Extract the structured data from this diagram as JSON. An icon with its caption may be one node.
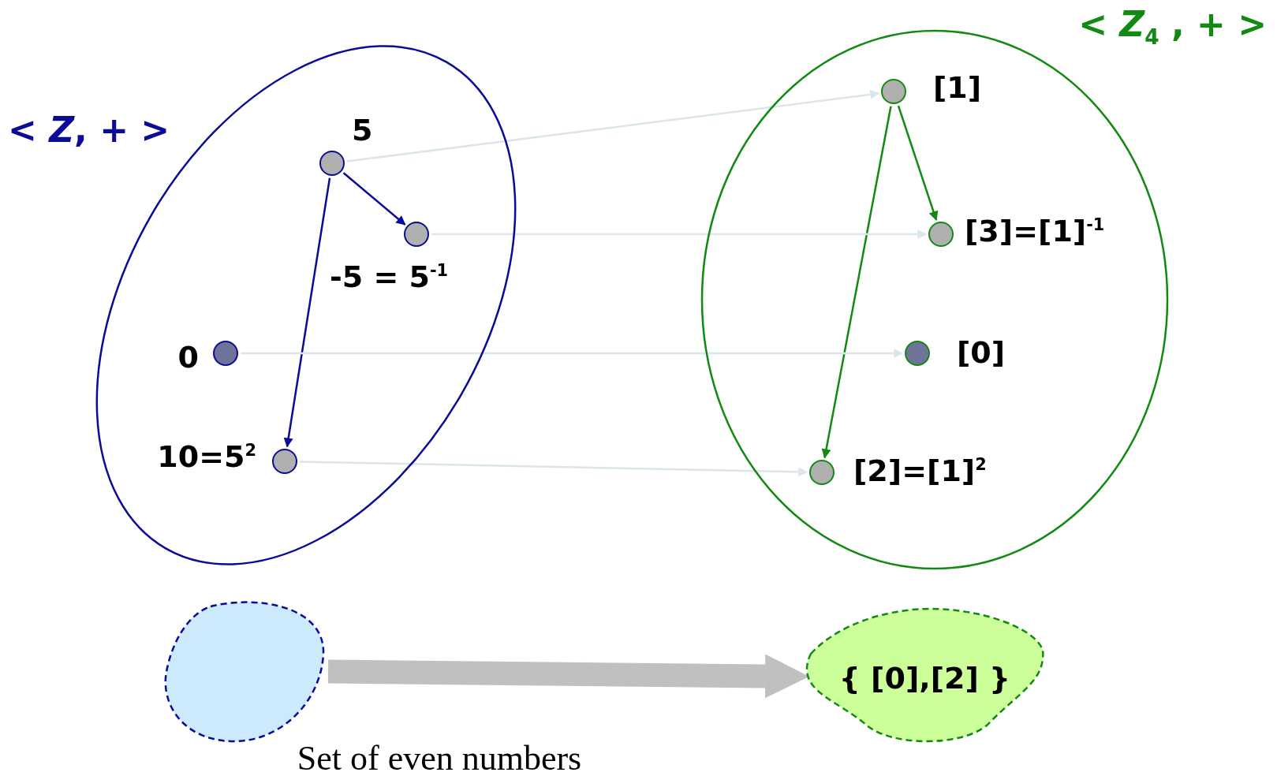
{
  "diagram": {
    "nodes": [
      {
        "text": [
          "< *Z*, + >"
        ]
      },
      {
        "text": [],
        "shape": "circle",
        "in": 0,
        "beside": [
          "5"
        ]
      },
      {
        "text": [],
        "shape": "circle",
        "in": 0,
        "beside": [
          "-5 = 5$^{-1}$"
        ]
      },
      {
        "text": [],
        "shape": "circle",
        "in": 0,
        "beside": [
          "0"
        ]
      },
      {
        "text": [],
        "shape": "circle",
        "in": 0,
        "beside": [
          "10=5$^{2}$"
        ]
      },
      {
        "text": [
          "< *Z*$_{4}$ , + >"
        ]
      },
      {
        "text": [],
        "shape": "circle",
        "in": 5,
        "beside": [
          "[1]"
        ]
      },
      {
        "text": [],
        "shape": "circle",
        "in": 5,
        "beside": [
          "[3]=[1]$^{-1}$"
        ]
      },
      {
        "text": [],
        "shape": "circle",
        "in": 5,
        "beside": [
          "[0]"
        ]
      },
      {
        "text": [],
        "shape": "circle",
        "in": 5,
        "beside": [
          "[2]=[1]$^{2}$"
        ]
      },
      {
        "text": [],
        "shape": "cloud"
      },
      {
        "text": [
          "{ [0],[2] }"
        ]
      }
    ],
    "edges": [
      {
        "from": 1,
        "to": 2,
        "arrow": "to",
        "color": "#0b0b99"
      },
      {
        "from": 1,
        "to": 4,
        "arrow": "to",
        "color": "#0b0b99"
      },
      {
        "from": 6,
        "to": 7,
        "arrow": "to",
        "color": "#128a12"
      },
      {
        "from": 6,
        "to": 9,
        "arrow": "to",
        "color": "#128a12"
      },
      {
        "from": 1,
        "to": 6,
        "arrow": "to"
      },
      {
        "from": 2,
        "to": 7,
        "arrow": "to"
      },
      {
        "from": 3,
        "to": 8,
        "arrow": "to"
      },
      {
        "from": 4,
        "to": 9,
        "arrow": "to"
      },
      {
        "from": 10,
        "to": 11,
        "arrow": "to",
        "style": "thick",
        "color": "#c0c0c0"
      }
    ],
    "labels": [
      "Set of even numbers"
    ]
  }
}
